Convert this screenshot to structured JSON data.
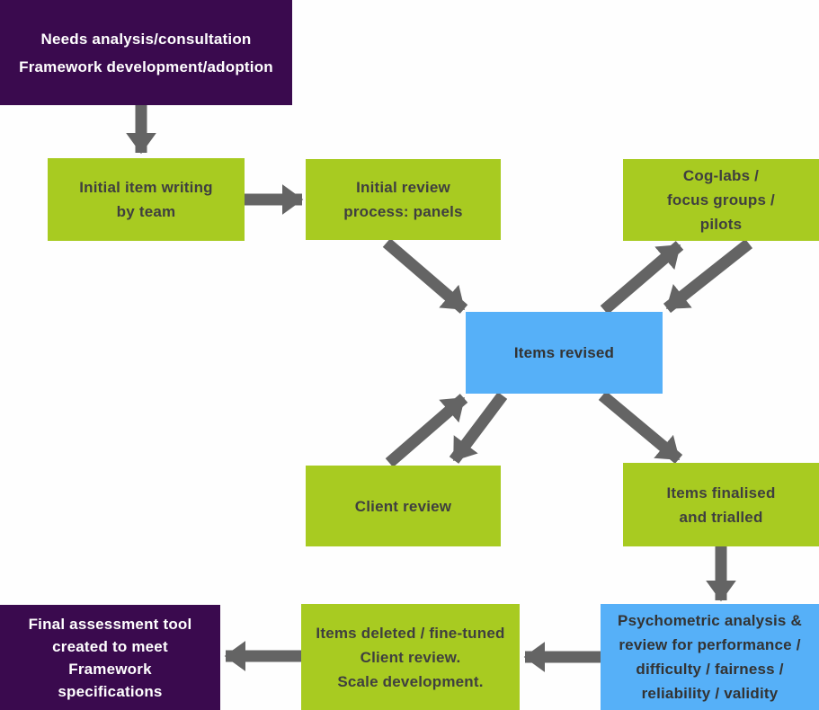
{
  "diagram": {
    "type": "flowchart",
    "colors": {
      "green_box": "#a8cb21",
      "blue_box": "#56b0f8",
      "purple_box": "#3a0a4e",
      "arrow": "#646464",
      "text_on_green_blue": "#3f3f3f",
      "text_on_purple": "#ffffff",
      "background": "#fefefe"
    },
    "nodes": [
      {
        "id": "needs-analysis",
        "color": "purple",
        "lines": [
          "Needs analysis/consultation",
          "Framework development/adoption"
        ]
      },
      {
        "id": "initial-item-writing",
        "color": "green",
        "lines": [
          "Initial item writing",
          "by team"
        ]
      },
      {
        "id": "initial-review",
        "color": "green",
        "lines": [
          "Initial review",
          "process: panels"
        ]
      },
      {
        "id": "cog-labs",
        "color": "green",
        "lines": [
          "Cog-labs /",
          "focus groups /",
          "pilots"
        ]
      },
      {
        "id": "items-revised",
        "color": "blue",
        "lines": [
          "Items revised"
        ]
      },
      {
        "id": "client-review",
        "color": "green",
        "lines": [
          "Client review"
        ]
      },
      {
        "id": "items-finalised",
        "color": "green",
        "lines": [
          "Items finalised",
          "and trialled"
        ]
      },
      {
        "id": "psychometric",
        "color": "blue",
        "lines": [
          "Psychometric analysis &",
          "review for performance /",
          "difficulty / fairness /",
          "reliability / validity"
        ]
      },
      {
        "id": "items-deleted",
        "color": "green",
        "lines": [
          "Items deleted / fine-tuned",
          "Client review.",
          "Scale development."
        ]
      },
      {
        "id": "final-assessment",
        "color": "purple",
        "lines": [
          "Final assessment tool",
          "created to meet",
          "Framework",
          "specifications"
        ]
      }
    ],
    "connectors": [
      {
        "from": "needs-analysis",
        "to": "initial-item-writing"
      },
      {
        "from": "initial-item-writing",
        "to": "initial-review"
      },
      {
        "from": "initial-review",
        "to": "items-revised"
      },
      {
        "from": "items-revised",
        "to": "cog-labs"
      },
      {
        "from": "cog-labs",
        "to": "items-revised"
      },
      {
        "from": "client-review",
        "to": "items-revised"
      },
      {
        "from": "items-revised",
        "to": "client-review"
      },
      {
        "from": "items-revised",
        "to": "items-finalised"
      },
      {
        "from": "items-finalised",
        "to": "psychometric"
      },
      {
        "from": "psychometric",
        "to": "items-deleted"
      },
      {
        "from": "items-deleted",
        "to": "final-assessment"
      }
    ]
  }
}
